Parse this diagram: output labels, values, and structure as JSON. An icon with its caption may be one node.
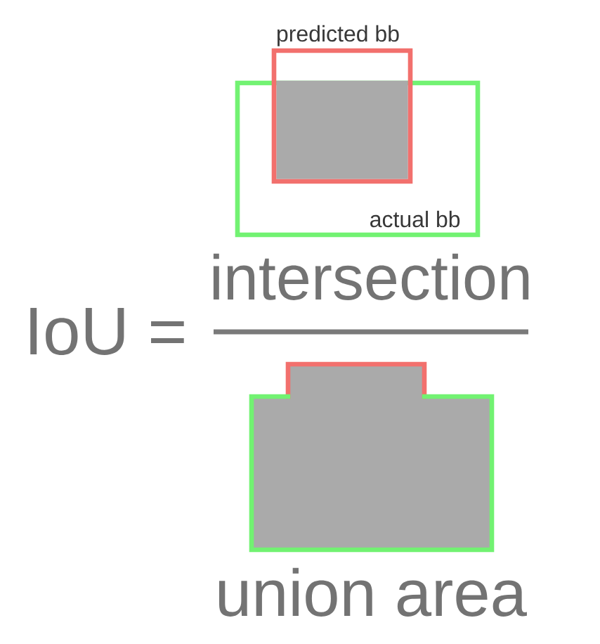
{
  "diagram": {
    "nodes": [
      {
        "text": [
          "predicted bb"
        ]
      },
      {
        "text": [
          "actual bb"
        ]
      },
      {
        "text": [],
        "shape": "box"
      }
    ],
    "labels": [
      "IoU =",
      "intersection",
      "union area"
    ]
  }
}
